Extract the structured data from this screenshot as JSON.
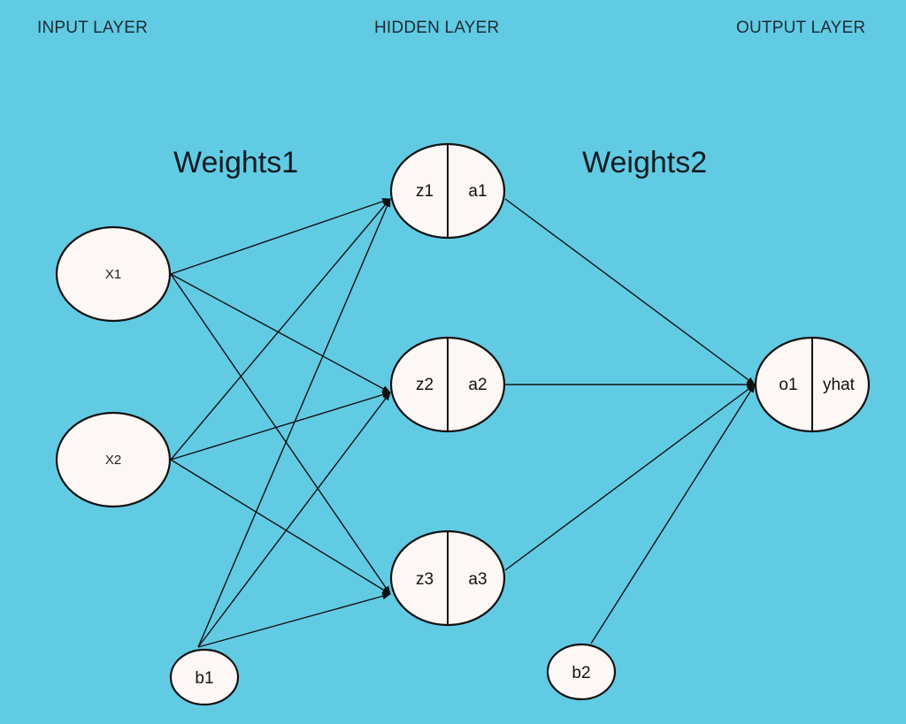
{
  "header": {
    "input_layer": "INPUT LAYER",
    "hidden_layer": "HIDDEN LAYER",
    "output_layer": "OUTPUT LAYER"
  },
  "labels": {
    "weights1": "Weights1",
    "weights2": "Weights2"
  },
  "nodes": {
    "x1": "X1",
    "x2": "X2",
    "b1": "b1",
    "b2": "b2",
    "h1": {
      "z": "z1",
      "a": "a1"
    },
    "h2": {
      "z": "z2",
      "a": "a2"
    },
    "h3": {
      "z": "z3",
      "a": "a3"
    },
    "o1": {
      "z": "o1",
      "a": "yhat"
    }
  },
  "colors": {
    "background": "#62cbe4",
    "node_fill": "#fdf8f5",
    "stroke": "#111111"
  }
}
